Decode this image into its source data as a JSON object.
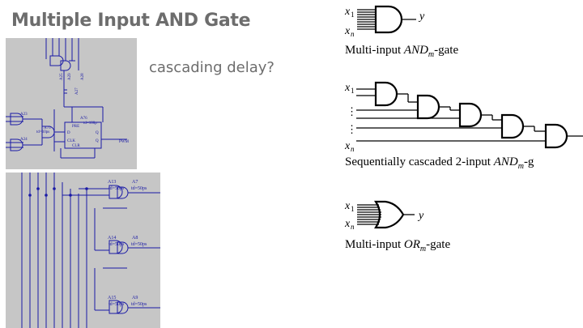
{
  "slide": {
    "title": "Multiple Input AND Gate",
    "note": "cascading delay?"
  },
  "schematic_top": {
    "labels": {
      "a25": "A25",
      "a29": "A29",
      "a27": "A27",
      "a28": "A28",
      "a23": "A23",
      "a24": "A24",
      "a75": "A75",
      "a76": "A76",
      "pre": "PRE",
      "td": "td=100p",
      "td2": "td=10ps",
      "clk": "CLK",
      "clr": "CLR",
      "q": "Q",
      "qb": "Q",
      "d": "D",
      "pwm": "PWM"
    }
  },
  "schematic_bottom": {
    "labels": {
      "a13": "A13",
      "a7": "A7",
      "a14": "A14",
      "a8": "A8",
      "a15": "A15",
      "a9": "A9",
      "td50": "td=50ps",
      "td50b": "td=50ps",
      "td50c": "td=50ps",
      "td50d": "td=50ps",
      "td50e": "td=50ps",
      "td50f": "td=50ps"
    }
  },
  "figures": {
    "x1": "x",
    "xn": "x",
    "sub1": "1",
    "subn": "n",
    "y": "y",
    "dots": "⋮",
    "and_caption": {
      "pre": "Multi-input ",
      "fn": "AND",
      "sub": "m",
      "post": "-gate"
    },
    "seq_caption": {
      "pre": "Sequentially cascaded 2-input ",
      "fn": "AND",
      "sub": "m",
      "post": "-g"
    },
    "or_caption": {
      "pre": "Multi-input ",
      "fn": "OR",
      "sub": "m",
      "post": "-gate"
    }
  }
}
